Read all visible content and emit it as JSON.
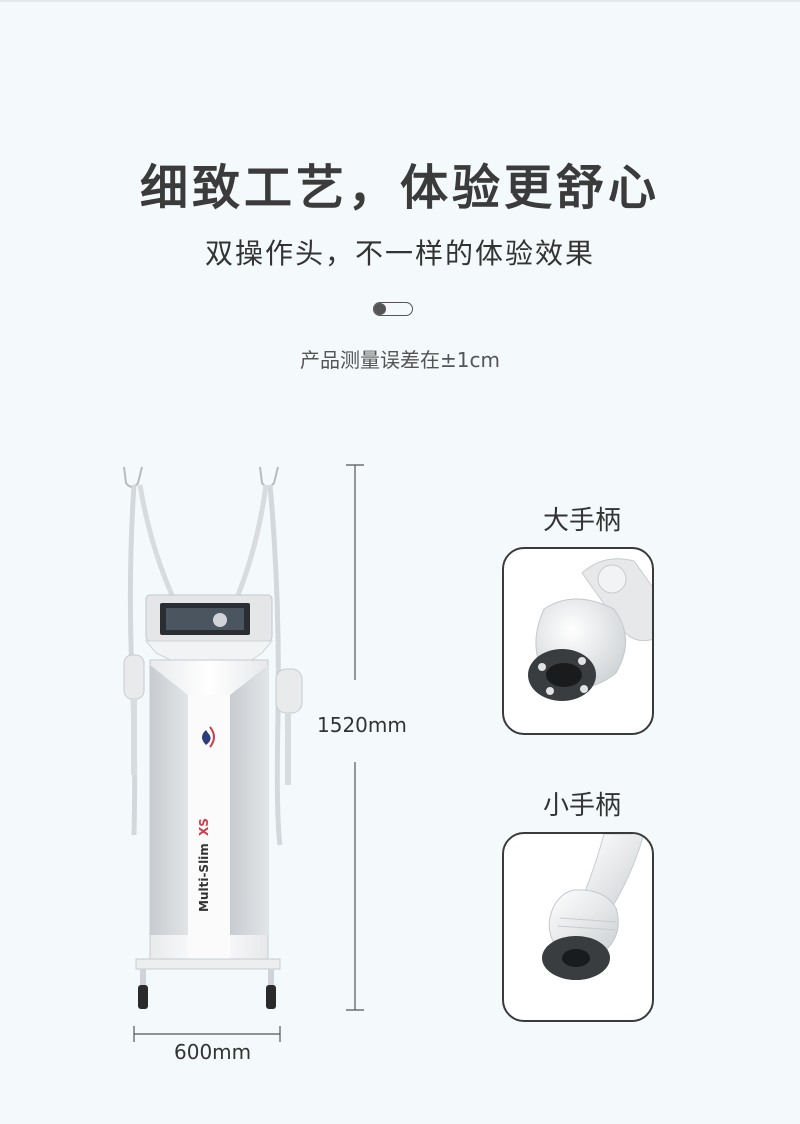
{
  "heading": {
    "title": "细致工艺，体验更舒心",
    "subtitle": "双操作头，不一样的体验效果",
    "note": "产品测量误差在±1cm"
  },
  "machine": {
    "brand_text": "Multi-Slim",
    "model_text": "XS"
  },
  "dimensions": {
    "height_label": "1520mm",
    "width_label": "600mm"
  },
  "handles": {
    "large_label": "大手柄",
    "small_label": "小手柄"
  }
}
